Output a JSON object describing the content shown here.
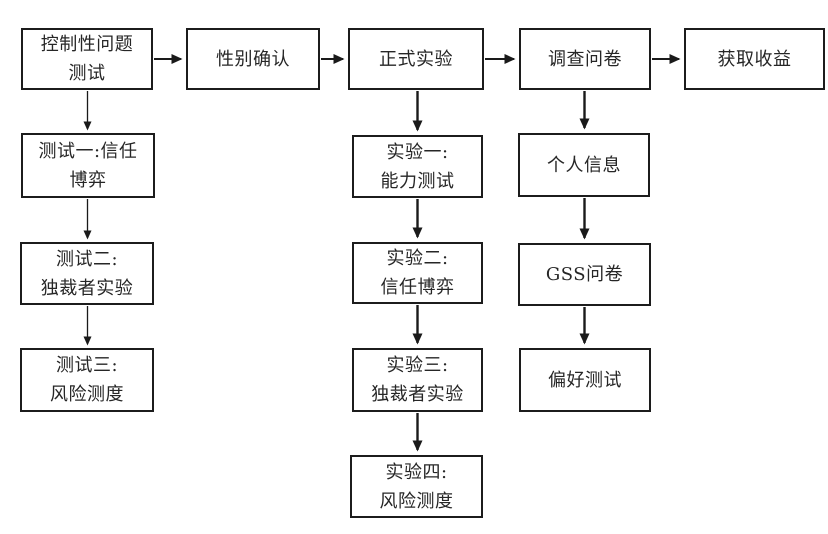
{
  "diagram": {
    "background_color": "#ffffff",
    "line_color": "#1a1a1a",
    "box_border_color": "#1c1c1c",
    "text_color": "#262626",
    "nodes": {
      "control_question_test": {
        "label": "控制性问题\n测试"
      },
      "gender_confirm": {
        "label": "性别确认"
      },
      "formal_experiment": {
        "label": "正式实验"
      },
      "survey_questionnaire": {
        "label": "调查问卷"
      },
      "receive_payoff": {
        "label": "获取收益"
      },
      "test1_trust_game": {
        "label": "测试一:信任\n博弈"
      },
      "test2_dictator": {
        "label": "测试二:\n独裁者实验"
      },
      "test3_risk_measure": {
        "label": "测试三:\n风险测度"
      },
      "exp1_ability_test": {
        "label": "实验一:\n能力测试"
      },
      "exp2_trust_game": {
        "label": "实验二:\n信任博弈"
      },
      "exp3_dictator": {
        "label": "实验三:\n独裁者实验"
      },
      "exp4_risk_measure": {
        "label": "实验四:\n风险测度"
      },
      "personal_info": {
        "label": "个人信息"
      },
      "gss_questionnaire": {
        "label": "GSS问卷"
      },
      "preference_test": {
        "label": "偏好测试"
      }
    },
    "edges": [
      {
        "from": "control_question_test",
        "to": "gender_confirm"
      },
      {
        "from": "gender_confirm",
        "to": "formal_experiment"
      },
      {
        "from": "formal_experiment",
        "to": "survey_questionnaire"
      },
      {
        "from": "survey_questionnaire",
        "to": "receive_payoff"
      },
      {
        "from": "control_question_test",
        "to": "test1_trust_game"
      },
      {
        "from": "test1_trust_game",
        "to": "test2_dictator"
      },
      {
        "from": "test2_dictator",
        "to": "test3_risk_measure"
      },
      {
        "from": "formal_experiment",
        "to": "exp1_ability_test"
      },
      {
        "from": "exp1_ability_test",
        "to": "exp2_trust_game"
      },
      {
        "from": "exp2_trust_game",
        "to": "exp3_dictator"
      },
      {
        "from": "exp3_dictator",
        "to": "exp4_risk_measure"
      },
      {
        "from": "survey_questionnaire",
        "to": "personal_info"
      },
      {
        "from": "personal_info",
        "to": "gss_questionnaire"
      },
      {
        "from": "gss_questionnaire",
        "to": "preference_test"
      }
    ]
  }
}
